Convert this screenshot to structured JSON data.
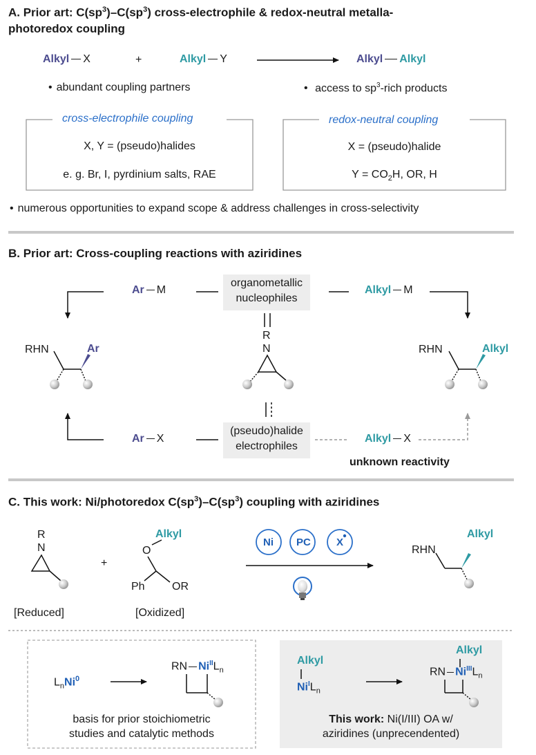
{
  "colors": {
    "alkyl": "#2e9aa3",
    "aryl": "#4c4c8f",
    "blue": "#2a6fc9",
    "divider": "#c8c8c8"
  },
  "sectionA": {
    "title_line1": "A. Prior art: C(sp",
    "title_line1_sup1": "3",
    "title_line1_mid": ")–C(sp",
    "title_line1_sup2": "3",
    "title_line1_end": ") cross-electrophile & redox-neutral metalla-",
    "title_line2": "photoredox coupling",
    "alkyl": "Alkyl",
    "x": "X",
    "y": "Y",
    "plus": "+",
    "bullet_left": "abundant coupling partners",
    "bullet_right_pre": "access to sp",
    "bullet_right_sup": "3",
    "bullet_right_post": "-rich products",
    "box1_title": "cross-electrophile coupling",
    "box1_line1": "X, Y = (pseudo)halides",
    "box1_line2": "e. g. Br, I, pyrdinium salts, RAE",
    "box2_title": "redox-neutral coupling",
    "box2_line1": "X = (pseudo)halide",
    "box2_line2_pre": "Y = CO",
    "box2_line2_sub": "2",
    "box2_line2_post": "H, OR, H",
    "bullet_bottom": "numerous opportunities to expand scope & address challenges in cross-selectivity"
  },
  "sectionB": {
    "title": "B. Prior art: Cross-coupling reactions with aziridines",
    "ar": "Ar",
    "m": "M",
    "x": "X",
    "alkyl": "Alkyl",
    "nuc_line1": "organometallic",
    "nuc_line2": "nucleophiles",
    "elec_line1": "(pseudo)halide",
    "elec_line2": "electrophiles",
    "rhn": "RHN",
    "r": "R",
    "n": "N",
    "unknown": "unknown reactivity"
  },
  "sectionC": {
    "title_pre": "C. This work: Ni/photoredox C(sp",
    "title_sup1": "3",
    "title_mid": ")–C(sp",
    "title_sup2": "3",
    "title_post": ") coupling with aziridines",
    "r": "R",
    "n": "N",
    "plus": "+",
    "o": "O",
    "alkyl": "Alkyl",
    "ph": "Ph",
    "or": "OR",
    "cat_ni": "Ni",
    "cat_pc": "PC",
    "cat_x": "X",
    "reduced": "[Reduced]",
    "oxidized": "[Oxidized]",
    "rhn": "RHN",
    "left_box": {
      "lnni_l": "L",
      "lnni_n": "n",
      "lnni_ni": "Ni",
      "lnni_sup": "0",
      "rn": "RN",
      "ni": "Ni",
      "ni_sup": "II",
      "ln_l": "L",
      "ln_n": "n",
      "caption_line1": "basis for prior stoichiometric",
      "caption_line2": "studies and catalytic methods"
    },
    "right_box": {
      "alkyl": "Alkyl",
      "ni": "Ni",
      "ni_sup": "I",
      "ln_l": "L",
      "ln_n": "n",
      "rn": "RN",
      "ni3": "Ni",
      "ni3_sup": "III",
      "caption_bold": "This work:",
      "caption_line1": " Ni(I/III) OA w/",
      "caption_line2": "aziridines (unprecendented)"
    }
  }
}
